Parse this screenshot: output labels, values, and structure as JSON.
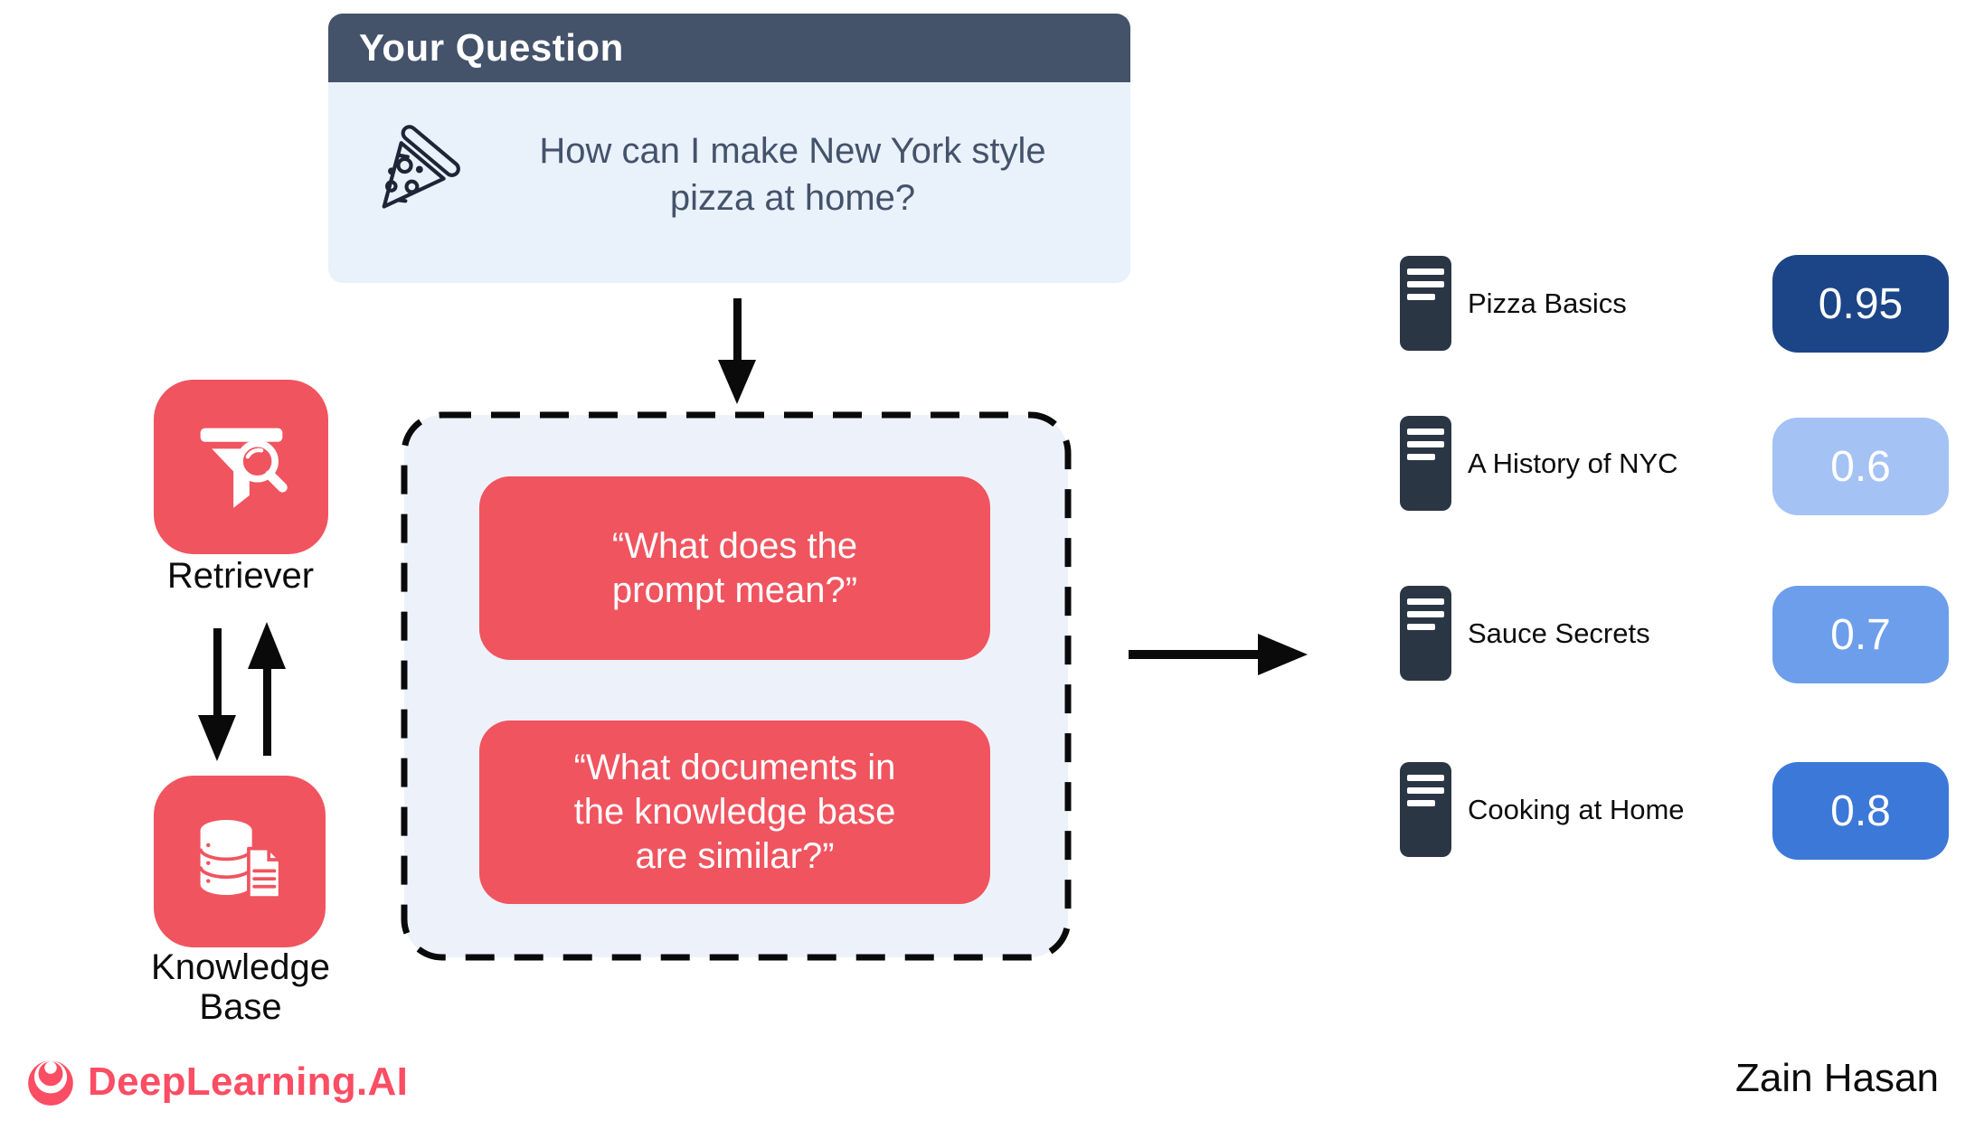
{
  "question_box": {
    "header": "Your Question",
    "lines": [
      "How can I make New York style",
      "pizza at home?"
    ]
  },
  "pipeline": {
    "retriever_label": "Retriever",
    "knowledge_base_lines": [
      "Knowledge",
      "Base"
    ],
    "prompts": [
      {
        "lines": [
          "“What does the",
          "prompt mean?”",
          ""
        ]
      },
      {
        "lines": [
          "“What documents in",
          "the knowledge base",
          "are similar?”"
        ]
      }
    ]
  },
  "results": [
    {
      "title": "Pizza Basics",
      "score": "0.95",
      "badge_color": "#1c4587"
    },
    {
      "title": "A History of NYC",
      "score": "0.6",
      "badge_color": "#a4c2f4"
    },
    {
      "title": "Sauce Secrets",
      "score": "0.7",
      "badge_color": "#6d9eeb"
    },
    {
      "title": "Cooking at Home",
      "score": "0.8",
      "badge_color": "#3c78d8"
    }
  ],
  "footer": {
    "brand": "DeepLearning.AI",
    "credit": "Zain Hasan"
  },
  "colors": {
    "accent_red": "#f0545f",
    "slate_header": "#44536a",
    "panel_blue": "#e9f1fb",
    "doc_icon_dark": "#2b3645",
    "arrow_black": "#0a0a0a"
  }
}
